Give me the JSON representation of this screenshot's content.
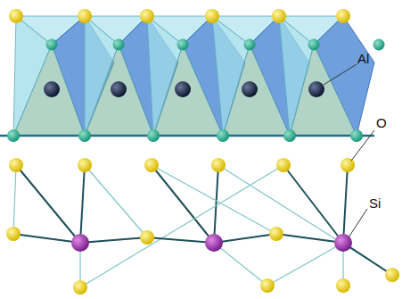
{
  "diagram": {
    "labels": [
      "Al",
      "O",
      "Si"
    ]
  }
}
